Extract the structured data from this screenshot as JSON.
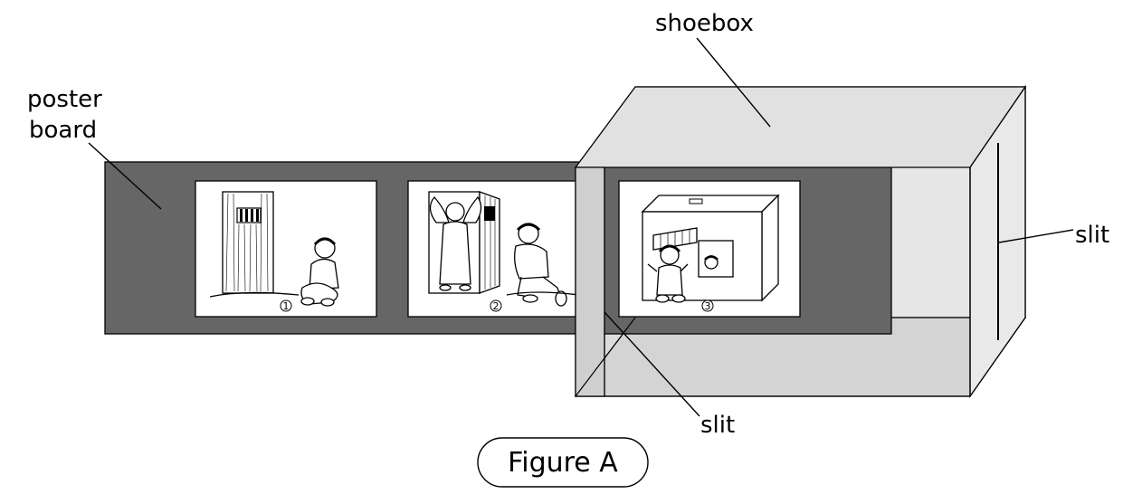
{
  "labels": {
    "shoebox": "shoebox",
    "poster_line1": "poster",
    "poster_line2": "board",
    "slit_right": "slit",
    "slit_bottom": "slit"
  },
  "figure_caption": "Figure A",
  "panels": [
    {
      "number": "1"
    },
    {
      "number": "2"
    },
    {
      "number": "3"
    }
  ],
  "colors": {
    "poster_board": "#666666",
    "box_top": "#e1e1e1",
    "box_side": "#e9e9e9",
    "box_interior": "#d4d4d4",
    "box_slit_strip": "#cfcfcf"
  }
}
